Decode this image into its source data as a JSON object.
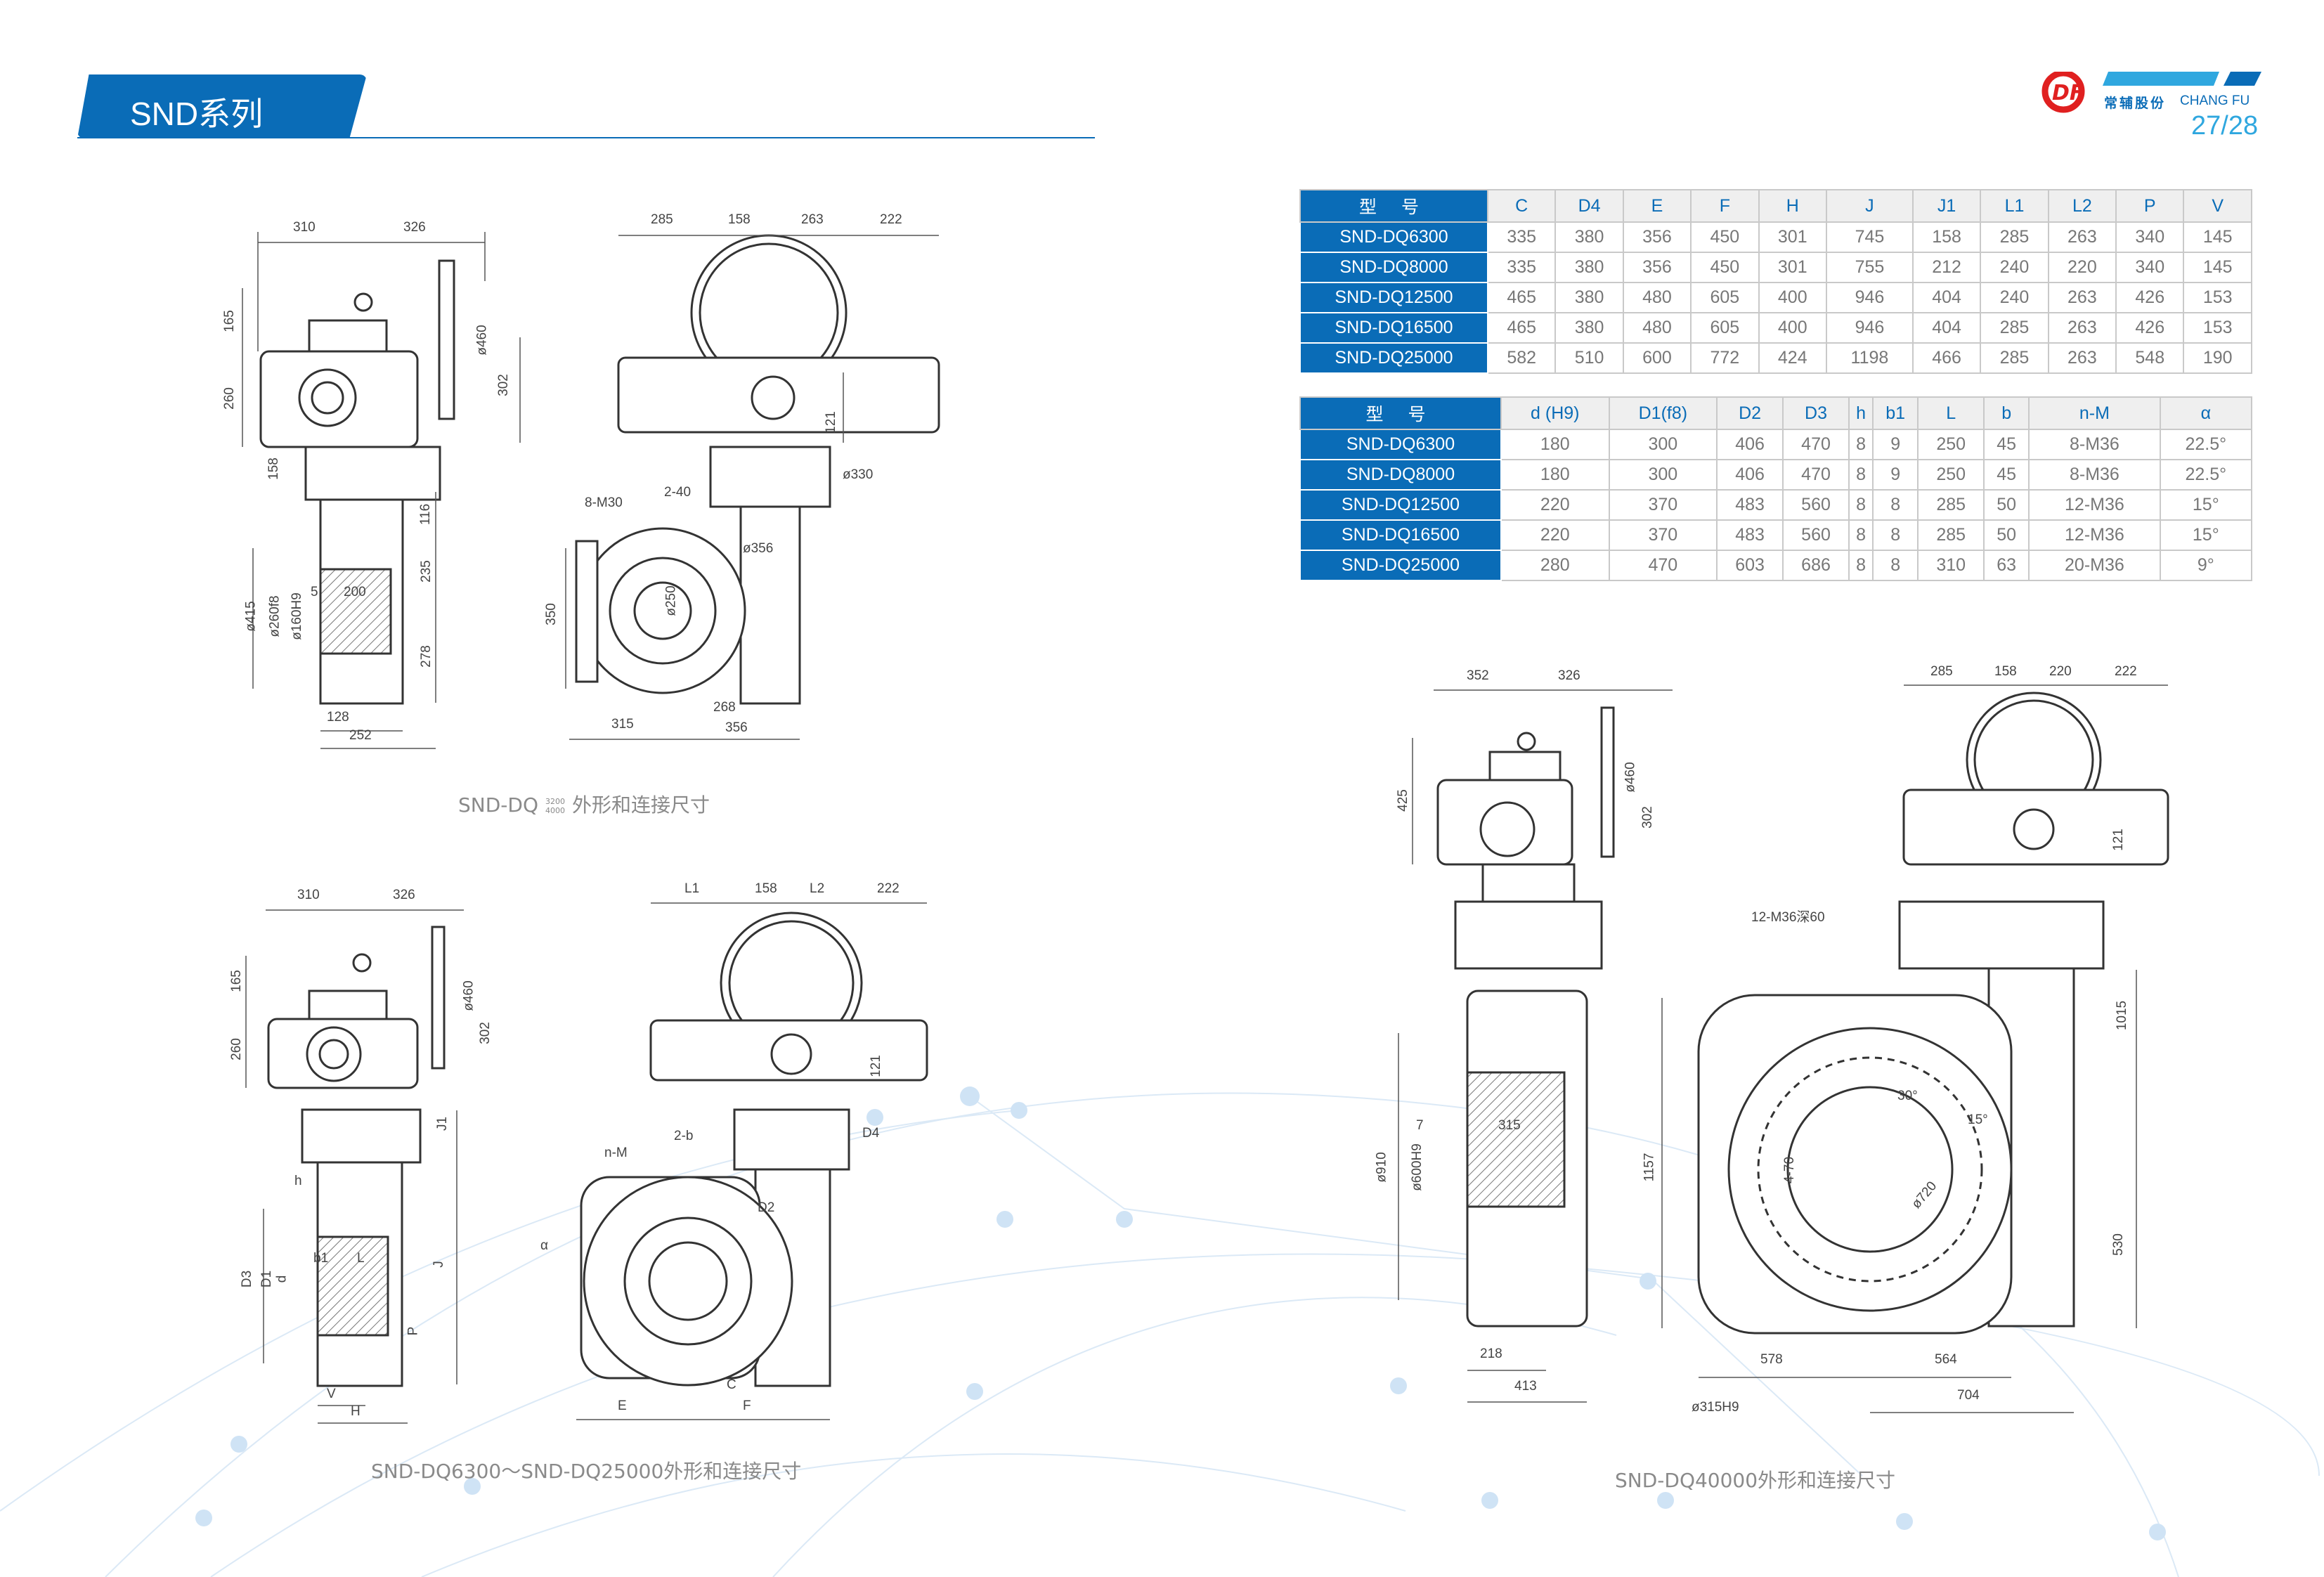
{
  "header": {
    "title": "SND系列"
  },
  "brand": {
    "name_cn": "常辅股份",
    "name_en": "CHANG FU",
    "logo_text": "DF",
    "page": "27/28"
  },
  "colors": {
    "primary": "#0a6cb7",
    "accent": "#2fa7df",
    "logo_red": "#e02020"
  },
  "table1": {
    "model_header": "型 号",
    "columns": [
      "C",
      "D4",
      "E",
      "F",
      "H",
      "J",
      "J1",
      "L1",
      "L2",
      "P",
      "V"
    ],
    "rows": [
      {
        "model": "SND-DQ6300",
        "values": [
          "335",
          "380",
          "356",
          "450",
          "301",
          "745",
          "158",
          "285",
          "263",
          "340",
          "145"
        ]
      },
      {
        "model": "SND-DQ8000",
        "values": [
          "335",
          "380",
          "356",
          "450",
          "301",
          "755",
          "212",
          "240",
          "220",
          "340",
          "145"
        ]
      },
      {
        "model": "SND-DQ12500",
        "values": [
          "465",
          "380",
          "480",
          "605",
          "400",
          "946",
          "404",
          "240",
          "263",
          "426",
          "153"
        ]
      },
      {
        "model": "SND-DQ16500",
        "values": [
          "465",
          "380",
          "480",
          "605",
          "400",
          "946",
          "404",
          "285",
          "263",
          "426",
          "153"
        ]
      },
      {
        "model": "SND-DQ25000",
        "values": [
          "582",
          "510",
          "600",
          "772",
          "424",
          "1198",
          "466",
          "285",
          "263",
          "548",
          "190"
        ]
      }
    ]
  },
  "table2": {
    "model_header": "型 号",
    "columns": [
      "d (H9)",
      "D1(f8)",
      "D2",
      "D3",
      "h",
      "b1",
      "L",
      "b",
      "n-M",
      "α"
    ],
    "rows": [
      {
        "model": "SND-DQ6300",
        "values": [
          "180",
          "300",
          "406",
          "470",
          "8",
          "9",
          "250",
          "45",
          "8-M36",
          "22.5°"
        ]
      },
      {
        "model": "SND-DQ8000",
        "values": [
          "180",
          "300",
          "406",
          "470",
          "8",
          "9",
          "250",
          "45",
          "8-M36",
          "22.5°"
        ]
      },
      {
        "model": "SND-DQ12500",
        "values": [
          "220",
          "370",
          "483",
          "560",
          "8",
          "8",
          "285",
          "50",
          "12-M36",
          "15°"
        ]
      },
      {
        "model": "SND-DQ16500",
        "values": [
          "220",
          "370",
          "483",
          "560",
          "8",
          "8",
          "285",
          "50",
          "12-M36",
          "15°"
        ]
      },
      {
        "model": "SND-DQ25000",
        "values": [
          "280",
          "470",
          "603",
          "686",
          "8",
          "8",
          "310",
          "63",
          "20-M36",
          "9°"
        ]
      }
    ]
  },
  "drawings": {
    "d1": [
      "310",
      "326",
      "165",
      "260",
      "ø460",
      "302",
      "158",
      "116",
      "235",
      "278",
      "ø415",
      "ø260f8",
      "ø160H9",
      "5",
      "200",
      "128",
      "252"
    ],
    "d2": [
      "285",
      "158",
      "263",
      "222",
      "121",
      "ø330",
      "8-M30",
      "2-40",
      "ø356",
      "ø250",
      "350",
      "315",
      "268",
      "356"
    ],
    "d3": [
      "310",
      "326",
      "165",
      "260",
      "ø460",
      "302",
      "J1",
      "h",
      "b1",
      "L",
      "D3",
      "D1",
      "d",
      "J",
      "P",
      "V",
      "H"
    ],
    "d4": [
      "L1",
      "158",
      "L2",
      "222",
      "121",
      "D4",
      "n-M",
      "2-b",
      "D2",
      "α",
      "E",
      "C",
      "F"
    ],
    "d5": [
      "352",
      "326",
      "425",
      "ø460",
      "302",
      "7",
      "315",
      "ø910",
      "ø600H9",
      "1157",
      "218",
      "413"
    ],
    "d6": [
      "285",
      "158",
      "220",
      "222",
      "121",
      "12-M36深60",
      "1015",
      "30°",
      "15°",
      "4-70",
      "ø720",
      "530",
      "578",
      "564",
      "704",
      "ø315H9"
    ]
  },
  "captions": {
    "top": {
      "prefix": "SND-DQ",
      "sup_top": "3200",
      "sup_bottom": "4000",
      "suffix": "外形和连接尺寸"
    },
    "bottom_left": "SND-DQ6300～SND-DQ25000外形和连接尺寸",
    "bottom_right": "SND-DQ40000外形和连接尺寸"
  }
}
